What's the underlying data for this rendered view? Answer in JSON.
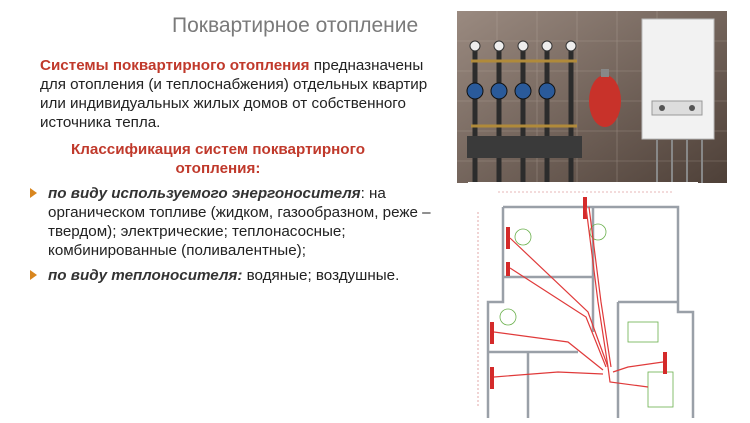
{
  "slide": {
    "title": "Поквартирное отопление",
    "intro": {
      "highlight": "Системы поквартирного отопления",
      "rest": "предназначены для отопления (и теплоснабжения) отдельных квартир или индивидуальных жилых домов от собственного источника тепла."
    },
    "classification_heading": "Классификация систем поквартирного отопления:",
    "bullets": [
      {
        "emphasis": "по виду используемого энергоносителя",
        "text": ": на органическом топливе (жидком, газообразном, реже – твердом); электрические; теплонасосные; комбинированные (поливалентные);"
      },
      {
        "emphasis": "по виду теплоносителя:",
        "text": " водяные; воздушные."
      }
    ]
  },
  "colors": {
    "accent_red": "#c0392b",
    "bullet_orange": "#d8861f",
    "title_gray": "#7a7a7a"
  }
}
